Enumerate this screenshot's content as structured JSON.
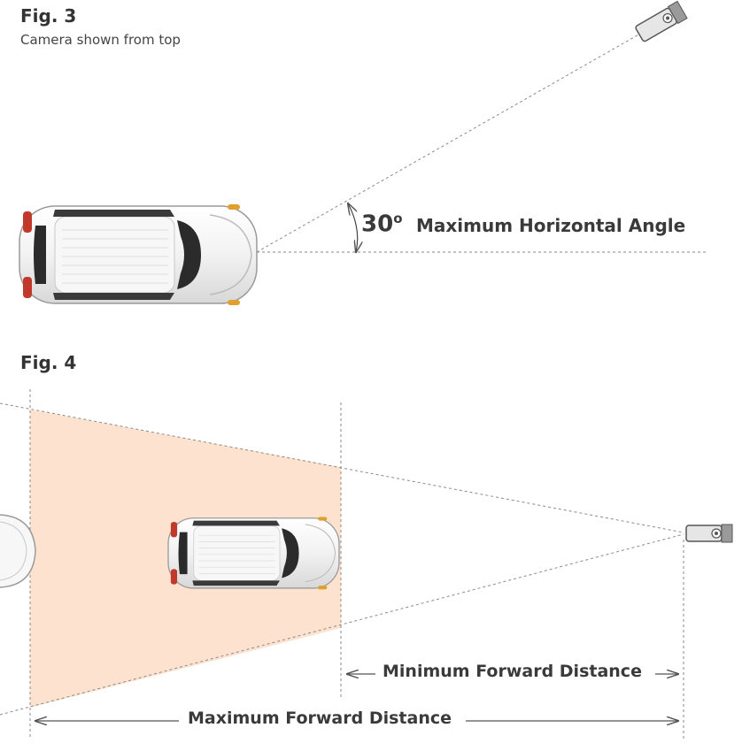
{
  "fig3": {
    "title": "Fig. 3",
    "subtitle": "Camera shown from top",
    "angle_value": "30",
    "angle_unit": "o",
    "angle_label": "Maximum Horizontal Angle"
  },
  "fig4": {
    "title": "Fig. 4",
    "min_label": "Minimum Forward Distance",
    "max_label": "Maximum Forward Distance"
  },
  "colors": {
    "zone_fill": "#fde3cf",
    "line": "#8a8a8a",
    "tail_light": "#c0392b"
  },
  "icons": [
    "camera-icon",
    "car-icon"
  ]
}
